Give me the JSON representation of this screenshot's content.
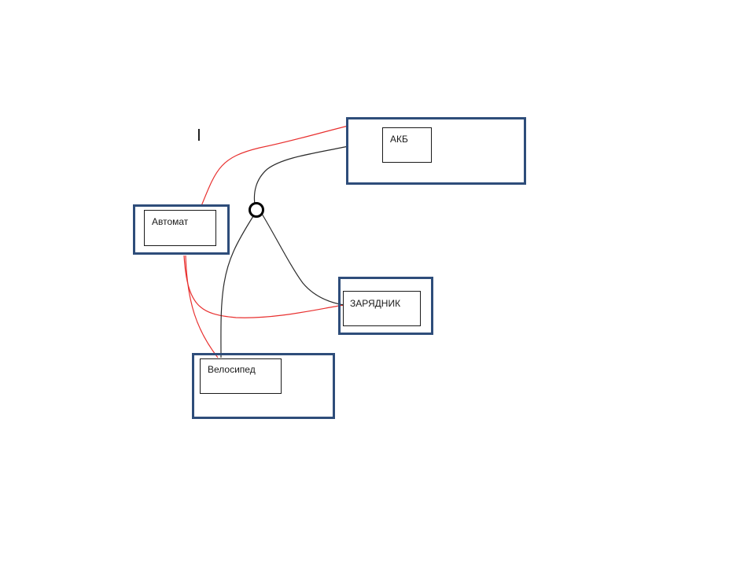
{
  "blocks": {
    "akb": {
      "label": "АКБ"
    },
    "avtomat": {
      "label": "Автомат"
    },
    "charger": {
      "label": "ЗАРЯДНИК"
    },
    "bicycle": {
      "label": "Велосипед"
    }
  },
  "cursor_text": "I",
  "colors": {
    "box_border": "#2e4d7a",
    "wire_red": "#e8302f",
    "wire_black": "#2b2b2b"
  }
}
